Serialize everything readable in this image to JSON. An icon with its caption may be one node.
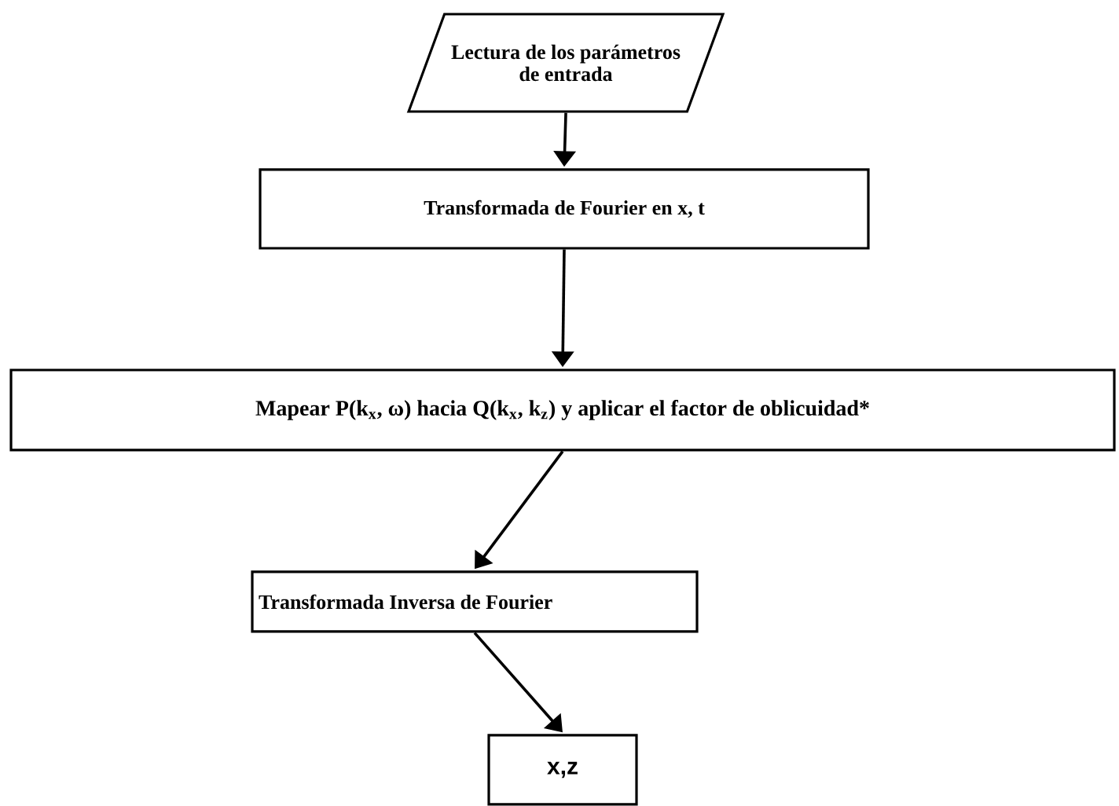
{
  "diagram": {
    "nodes": [
      {
        "text": [
          "Lectura de los parámetros de entrada"
        ]
      },
      {
        "text": [
          "Transformada de Fourier en  x, t"
        ]
      },
      {
        "text": [
          "Mapear P(k$_{x}$, ω) hacia Q(k$_{x}$, k$_{z}$) y aplicar el factor de oblicuidad*"
        ]
      },
      {
        "text": [
          "Transformada Inversa de Fourier"
        ]
      },
      {
        "text": [
          "x,z"
        ]
      }
    ],
    "edges": [
      {
        "from": 0,
        "to": 1,
        "arrow": "to"
      },
      {
        "from": 1,
        "to": 2,
        "arrow": "to"
      },
      {
        "from": 2,
        "to": 3,
        "arrow": "to"
      },
      {
        "from": 3,
        "to": 4,
        "arrow": "to"
      }
    ]
  }
}
